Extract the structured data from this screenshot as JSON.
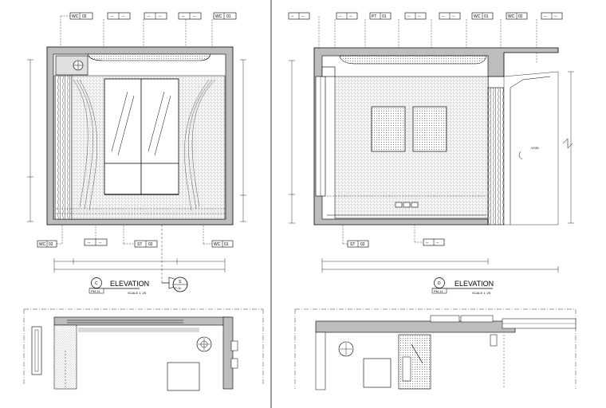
{
  "left_elevation": {
    "top_tags": [
      {
        "code": "WC",
        "num": "02"
      },
      {
        "code": "--",
        "num": "--"
      },
      {
        "code": "--",
        "num": "--"
      },
      {
        "code": "--",
        "num": "--"
      },
      {
        "code": "WC",
        "num": "01"
      }
    ],
    "bottom_tags": [
      {
        "code": "WC",
        "num": "02"
      },
      {
        "code": "--",
        "num": "--"
      },
      {
        "code": "ST",
        "num": "02"
      },
      {
        "code": "WC",
        "num": "01"
      }
    ],
    "elevation_letter": "C",
    "sheet_ref": "PM-11",
    "elevation_label": "ELEVATION",
    "scale_text": "SCALE  1: 25",
    "section_marker_letter": "S",
    "section_marker_ref": "P-11"
  },
  "right_elevation": {
    "top_tags": [
      {
        "code": "--",
        "num": "--"
      },
      {
        "code": "--",
        "num": "--"
      },
      {
        "code": "PT",
        "num": "01"
      },
      {
        "code": "--",
        "num": "--"
      },
      {
        "code": "--",
        "num": "--"
      },
      {
        "code": "WC",
        "num": "01"
      },
      {
        "code": "WC",
        "num": "02"
      },
      {
        "code": "--",
        "num": "--"
      }
    ],
    "bottom_tags": [
      {
        "code": "ST",
        "num": "02"
      },
      {
        "code": "--",
        "num": "--"
      }
    ],
    "void_label": "VOID",
    "elevation_letter": "D",
    "sheet_ref": "PM-11",
    "elevation_label": "ELEVATION",
    "scale_text": "SCALE  1: 25"
  },
  "colors": {
    "wall": "#bdbdbd",
    "line": "#000000",
    "pattern": "#555555"
  }
}
